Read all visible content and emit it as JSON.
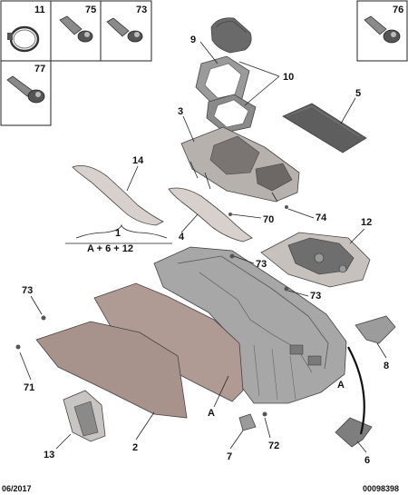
{
  "colors": {
    "part_fill": "#9a9a9a",
    "part_light": "#d8d0cc",
    "part_dark": "#4a4a4a",
    "line": "#222222"
  },
  "detail_boxes": [
    {
      "id": "11",
      "icon": "clip-ring-icon"
    },
    {
      "id": "75",
      "icon": "screw-icon"
    },
    {
      "id": "73",
      "icon": "screw-icon"
    },
    {
      "id": "77",
      "icon": "bolt-icon"
    },
    {
      "id": "76",
      "icon": "screw-icon"
    }
  ],
  "callouts": {
    "c1": "1",
    "assembly": "A + 6 + 12",
    "c2": "2",
    "c3": "3",
    "c4": "4",
    "c5": "5",
    "c6": "6",
    "c7": "7",
    "c8": "8",
    "c9": "9",
    "c10": "10",
    "c12": "12",
    "c13": "13",
    "c14": "14",
    "c70": "70",
    "c71": "71",
    "c72": "72",
    "c73a": "73",
    "c73b": "73",
    "c73c": "73",
    "c74": "74",
    "cA1": "A",
    "cA2": "A"
  },
  "footer": {
    "date": "06/2017",
    "ref": "00098398"
  }
}
